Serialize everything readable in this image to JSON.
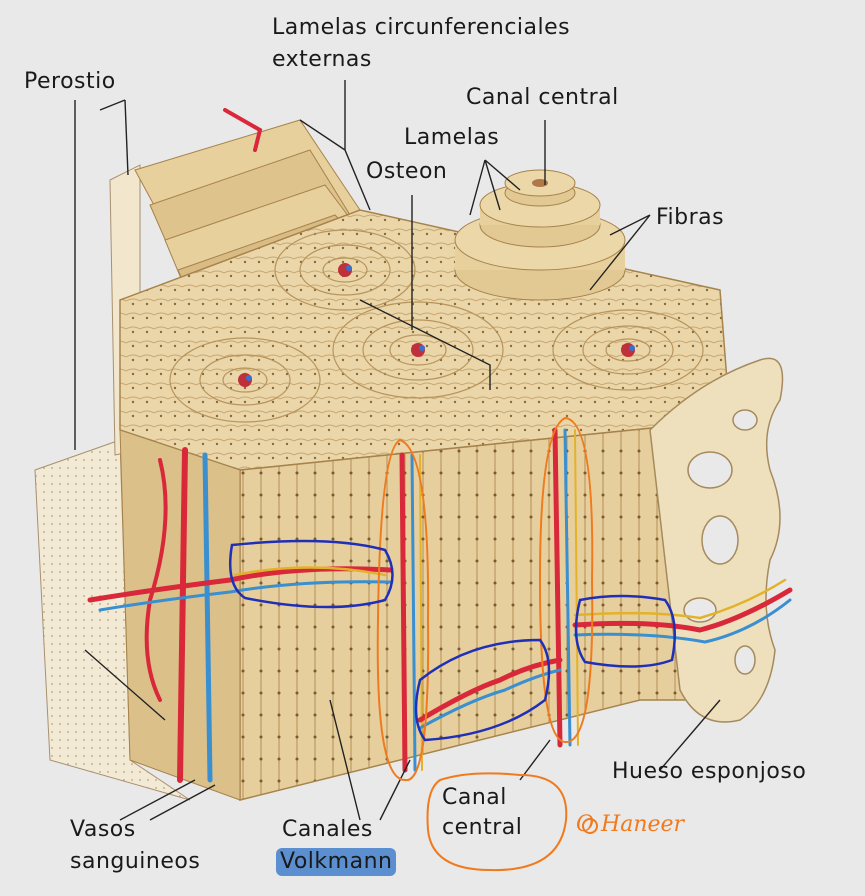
{
  "labels": {
    "periostio": "Perostio",
    "lamelas_circ_1": "Lamelas circunferenciales",
    "lamelas_circ_2": "externas",
    "canal_central_top": "Canal central",
    "lamelas": "Lamelas",
    "osteon": "Osteon",
    "fibras": "Fibras",
    "hueso_esponjoso": "Hueso esponjoso",
    "vasos_1": "Vasos",
    "vasos_2": "sanguineos",
    "canales": "Canales",
    "volkmann": "Volkmann",
    "canal_central_bottom_1": "Canal",
    "canal_central_bottom_2": "central"
  },
  "annotations": {
    "handwritten_note": "O Haneer"
  },
  "colors": {
    "bone": "#e9d3a4",
    "bone_dark": "#c9a772",
    "artery": "#d8283a",
    "vein": "#3a8fd0",
    "nerve": "#e2b32a",
    "orange_marker": "#f07a1e",
    "blue_marker": "#1f2fb8",
    "highlight": "#5b8fd0",
    "background": "#e9e9e9"
  }
}
